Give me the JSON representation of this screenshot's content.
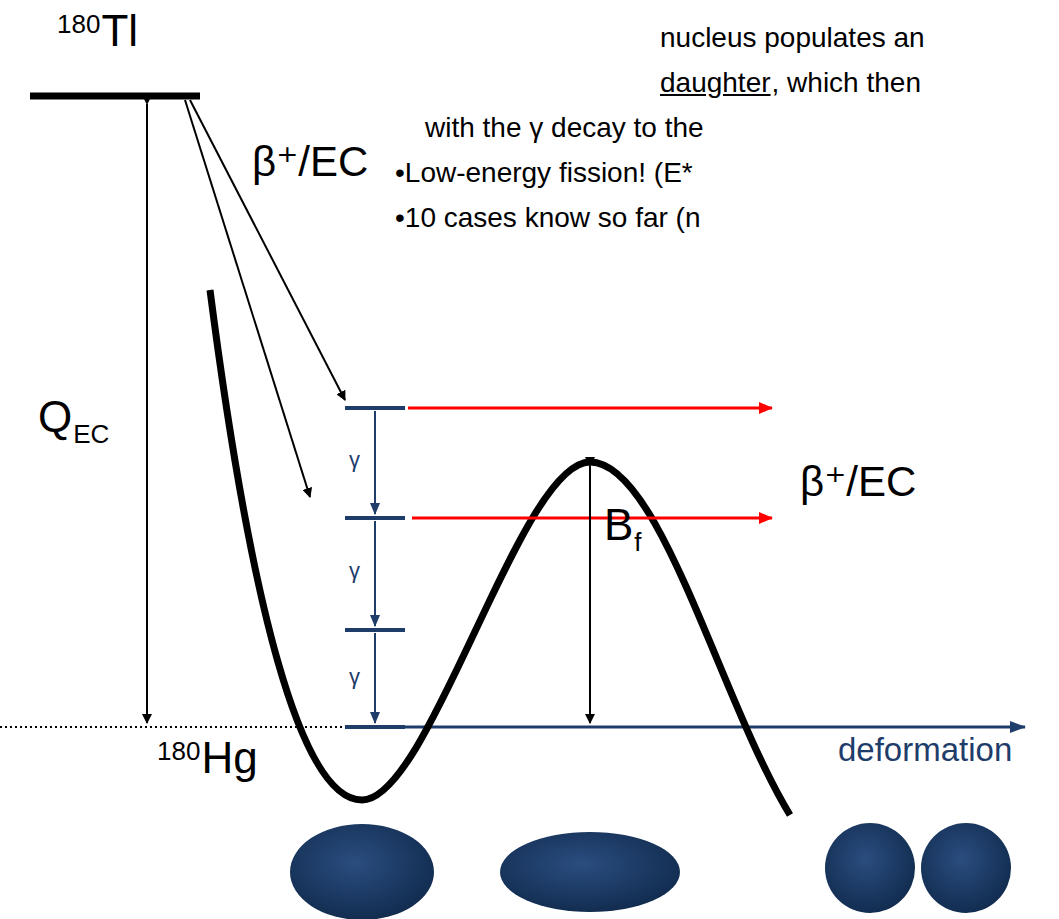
{
  "diagram": {
    "labels": [
      "180",
      "Tl",
      "nucleus populates an",
      "daughter",
      ", which then",
      "with the γ decay to the",
      "•Low-energy fission! (E*",
      "•10 cases know so far (n",
      "β⁺/EC",
      "Q",
      "EC",
      "γ",
      "γ",
      "γ",
      "β⁺/EC",
      "B",
      "f",
      "180",
      "Hg",
      "deformation"
    ]
  }
}
